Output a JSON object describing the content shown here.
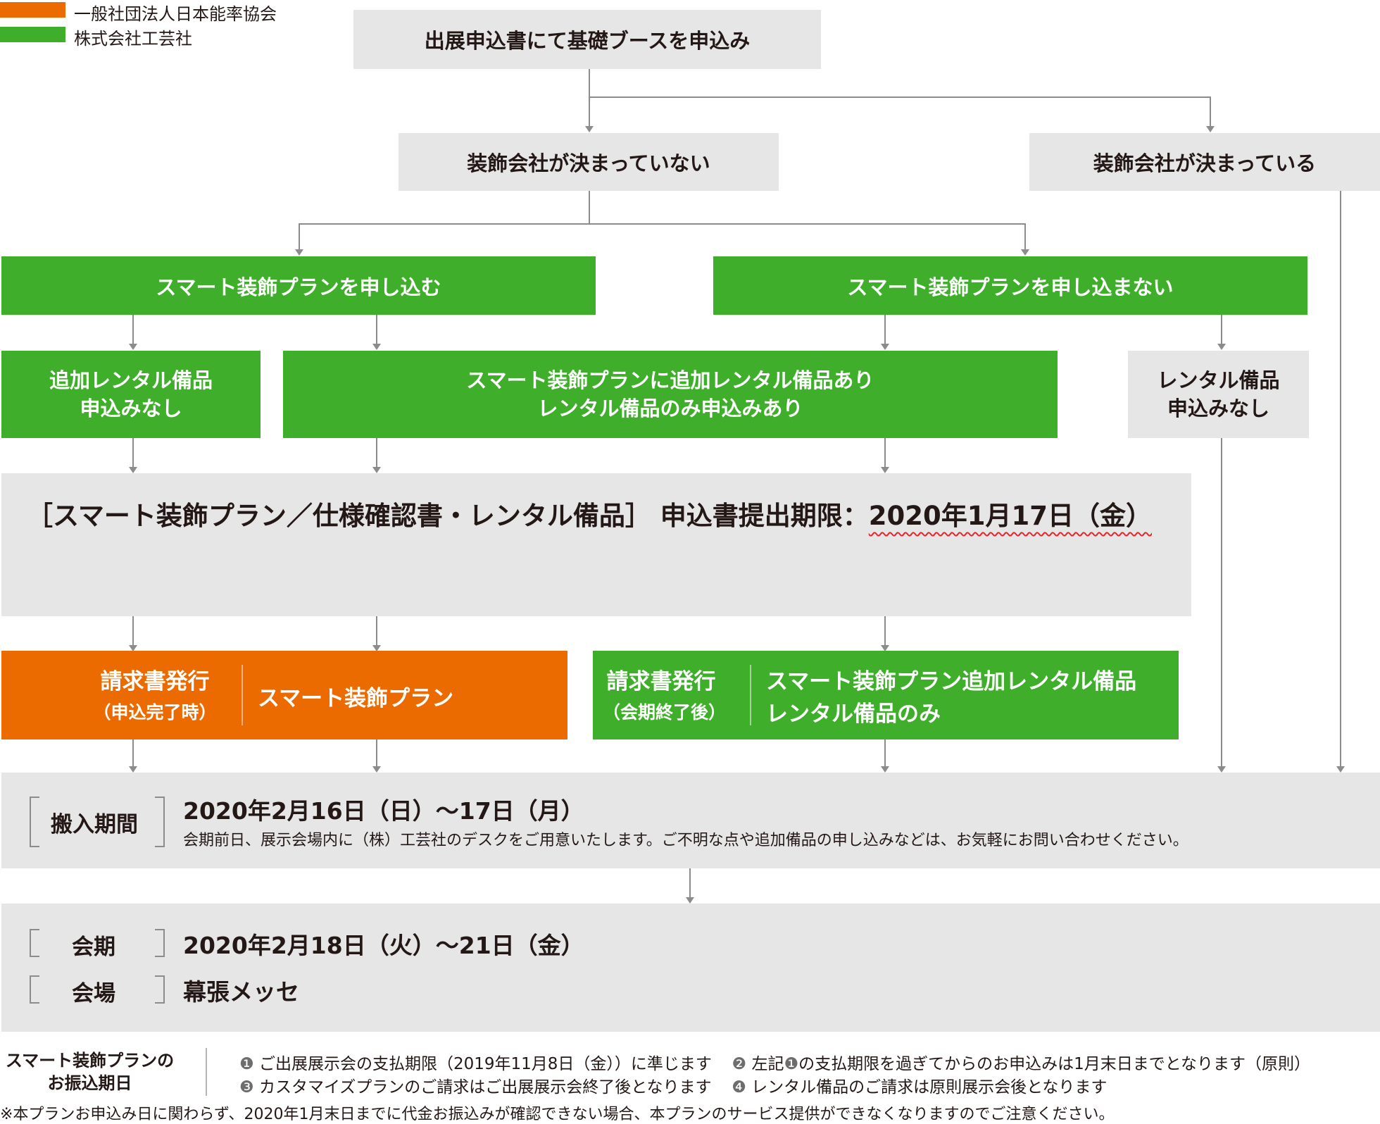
{
  "legend": [
    {
      "label": "一般社団法人日本能率協会",
      "color": "#ec6b00"
    },
    {
      "label": "株式会社工芸社",
      "color": "#3fae2a"
    }
  ],
  "colors": {
    "green": "#3fae2a",
    "orange": "#ec6b00",
    "gray": "#e6e6e6",
    "line": "#8c8c8c",
    "wave": "#e5262a"
  },
  "top_box": "出展申込書にて基礎ブースを申込み",
  "no_decorator": "装飾会社が決まっていない",
  "has_decorator": "装飾会社が決まっている",
  "apply_plan": "スマート装飾プランを申し込む",
  "not_apply_plan": "スマート装飾プランを申し込まない",
  "no_rental_1": {
    "line1": "追加レンタル備品",
    "line2": "申込みなし"
  },
  "with_rental": {
    "line1": "スマート装飾プランに追加レンタル備品あり",
    "line2": "レンタル備品のみ申込みあり"
  },
  "no_rental_2": {
    "line1": "レンタル備品",
    "line2": "申込みなし"
  },
  "deadline": {
    "label": "［スマート装飾プラン／仕様確認書・レンタル備品］ 申込書提出期限：",
    "date": "2020年1月17日（金）"
  },
  "invoice_orange": {
    "title": "請求書発行",
    "sub": "（申込完了時）",
    "item": "スマート装飾プラン"
  },
  "invoice_green": {
    "title": "請求書発行",
    "sub": "（会期終了後）",
    "item1": "スマート装飾プラン追加レンタル備品",
    "item2": "レンタル備品のみ"
  },
  "move_in": {
    "label": "搬入期間",
    "date": "2020年2月16日（日）～17日（月）",
    "note": "会期前日、展示会場内に（株）工芸社のデスクをご用意いたします。ご不明な点や追加備品の申し込みなどは、お気軽にお問い合わせください。"
  },
  "session": {
    "label": "会期",
    "value": "2020年2月18日（火）～21日（金）"
  },
  "venue": {
    "label": "会場",
    "value": "幕張メッセ"
  },
  "payment": {
    "title1": "スマート装飾プランの",
    "title2": "お振込期日",
    "n1": "❶",
    "t1": "ご出展展示会の支払期限（2019年11月8日（金））に準じます",
    "n2": "❷",
    "t2a": "左記",
    "t2ref": "❶",
    "t2b": "の支払期限を過ぎてからのお申込みは1月末日までとなります（原則）",
    "n3": "❸",
    "t3": "カスタマイズプランのご請求はご出展展示会終了後となります",
    "n4": "❹",
    "t4": "レンタル備品のご請求は原則展示会後となります"
  },
  "footnote": "※本プランお申込み日に関わらず、2020年1月末日までに代金お振込みが確認できない場合、本プランのサービス提供ができなくなりますのでご注意ください。"
}
